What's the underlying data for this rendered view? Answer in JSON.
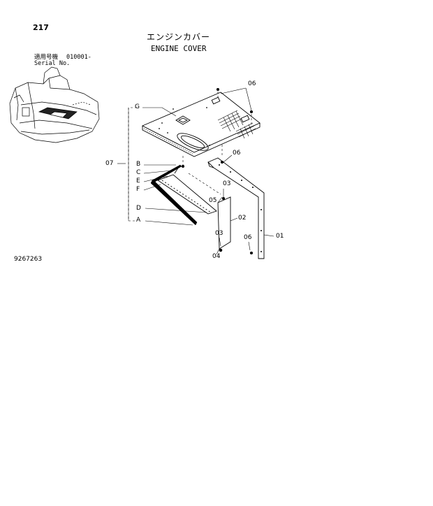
{
  "header": {
    "page_number": "217",
    "title_jp": "エンジンカバー",
    "title_en": "ENGINE COVER",
    "serial_label_jp": "適用号機",
    "serial_value": "010001-",
    "serial_label_en": "Serial No."
  },
  "footer": {
    "drawing_number": "9267263"
  },
  "callouts": {
    "c06_top": "06",
    "G": "G",
    "c06_mid": "06",
    "c07": "07",
    "B": "B",
    "C": "C",
    "E": "E",
    "F": "F",
    "c03_upper": "03",
    "c05": "05",
    "D": "D",
    "c02": "02",
    "A": "A",
    "c03_lower": "03",
    "c06_low": "06",
    "c01": "01",
    "c04": "04"
  },
  "icons": {
    "machine": "excavator-thumbnail-icon"
  }
}
